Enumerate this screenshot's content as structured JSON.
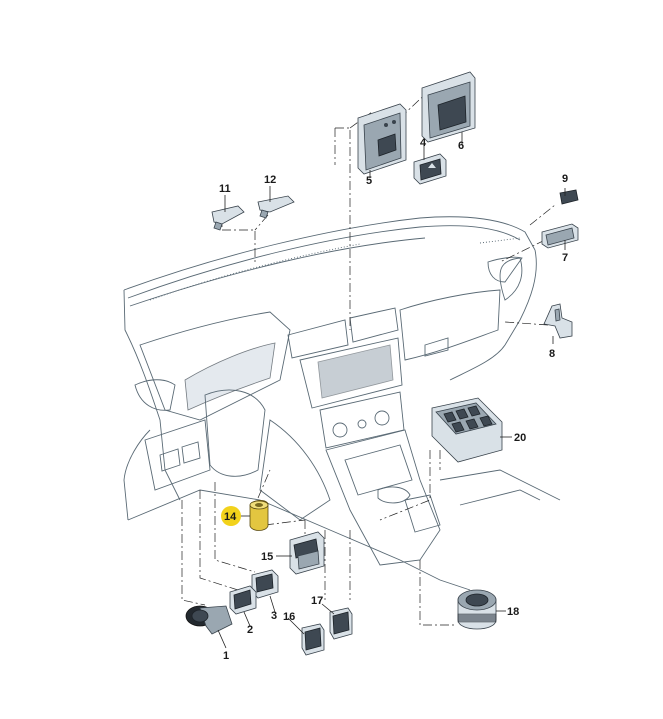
{
  "colors": {
    "background": "#ffffff",
    "line": "#222222",
    "dashboard_outline": "#5a6a75",
    "highlight_badge": "#f2d21b",
    "highlighted_part": "#e3c640"
  },
  "parts": [
    {
      "id": "part-1",
      "label": "1"
    },
    {
      "id": "part-2",
      "label": "2"
    },
    {
      "id": "part-3",
      "label": "3"
    },
    {
      "id": "part-4",
      "label": "4"
    },
    {
      "id": "part-5",
      "label": "5"
    },
    {
      "id": "part-6",
      "label": "6"
    },
    {
      "id": "part-7",
      "label": "7"
    },
    {
      "id": "part-8",
      "label": "8"
    },
    {
      "id": "part-9",
      "label": "9"
    },
    {
      "id": "part-11",
      "label": "11"
    },
    {
      "id": "part-12",
      "label": "12"
    },
    {
      "id": "part-14",
      "label": "14",
      "highlighted": true
    },
    {
      "id": "part-15",
      "label": "15"
    },
    {
      "id": "part-16",
      "label": "16"
    },
    {
      "id": "part-17",
      "label": "17"
    },
    {
      "id": "part-18",
      "label": "18"
    },
    {
      "id": "part-20",
      "label": "20"
    }
  ]
}
